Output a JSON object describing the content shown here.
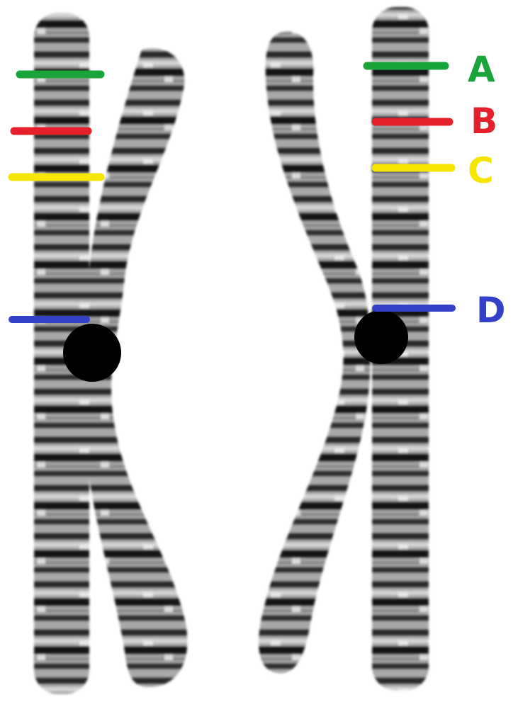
{
  "markers": [
    {
      "id": "A",
      "label": "A",
      "color": "#1aa53a"
    },
    {
      "id": "B",
      "label": "B",
      "color": "#e5202a"
    },
    {
      "id": "C",
      "label": "C",
      "color": "#f5e500"
    },
    {
      "id": "D",
      "label": "D",
      "color": "#3340c8"
    }
  ],
  "centromere_color": "#000000",
  "chromatid_band_dark": "#1c1c1c",
  "chromatid_band_light": "#b5b5b5"
}
